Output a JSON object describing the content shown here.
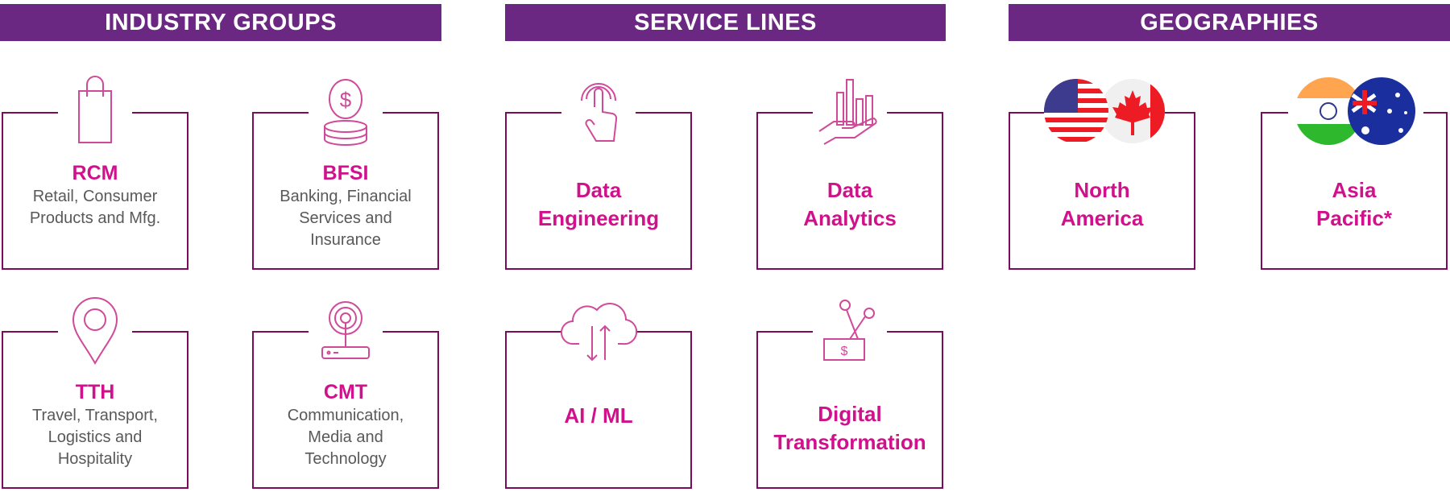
{
  "headers": {
    "industry": "INDUSTRY GROUPS",
    "service": "SERVICE LINES",
    "geo": "GEOGRAPHIES"
  },
  "industry_groups": [
    {
      "title": "RCM",
      "desc": "Retail, Consumer Products and Mfg.",
      "icon": "shopping-bag-icon"
    },
    {
      "title": "BFSI",
      "desc": "Banking, Financial Services and Insurance",
      "icon": "coin-stack-icon"
    },
    {
      "title": "TTH",
      "desc": "Travel, Transport, Logistics and Hospitality",
      "icon": "location-pin-icon"
    },
    {
      "title": "CMT",
      "desc": "Communication, Media and Technology",
      "icon": "router-icon"
    }
  ],
  "service_lines": [
    {
      "title": "Data Engineering",
      "icon": "touch-icon"
    },
    {
      "title": "Data Analytics",
      "icon": "hand-chart-icon"
    },
    {
      "title": "AI / ML",
      "icon": "cloud-transfer-icon"
    },
    {
      "title": "Digital Transformation",
      "icon": "money-scissors-icon"
    }
  ],
  "geographies": [
    {
      "title": "North America",
      "icon": "us-canada-flags-icon"
    },
    {
      "title": "Asia Pacific*",
      "icon": "india-australia-flags-icon"
    }
  ],
  "colors": {
    "header": "#6B2882",
    "border": "#7B0C5A",
    "accent": "#D0118B",
    "icon": "#D04A9A",
    "text": "#595959"
  }
}
